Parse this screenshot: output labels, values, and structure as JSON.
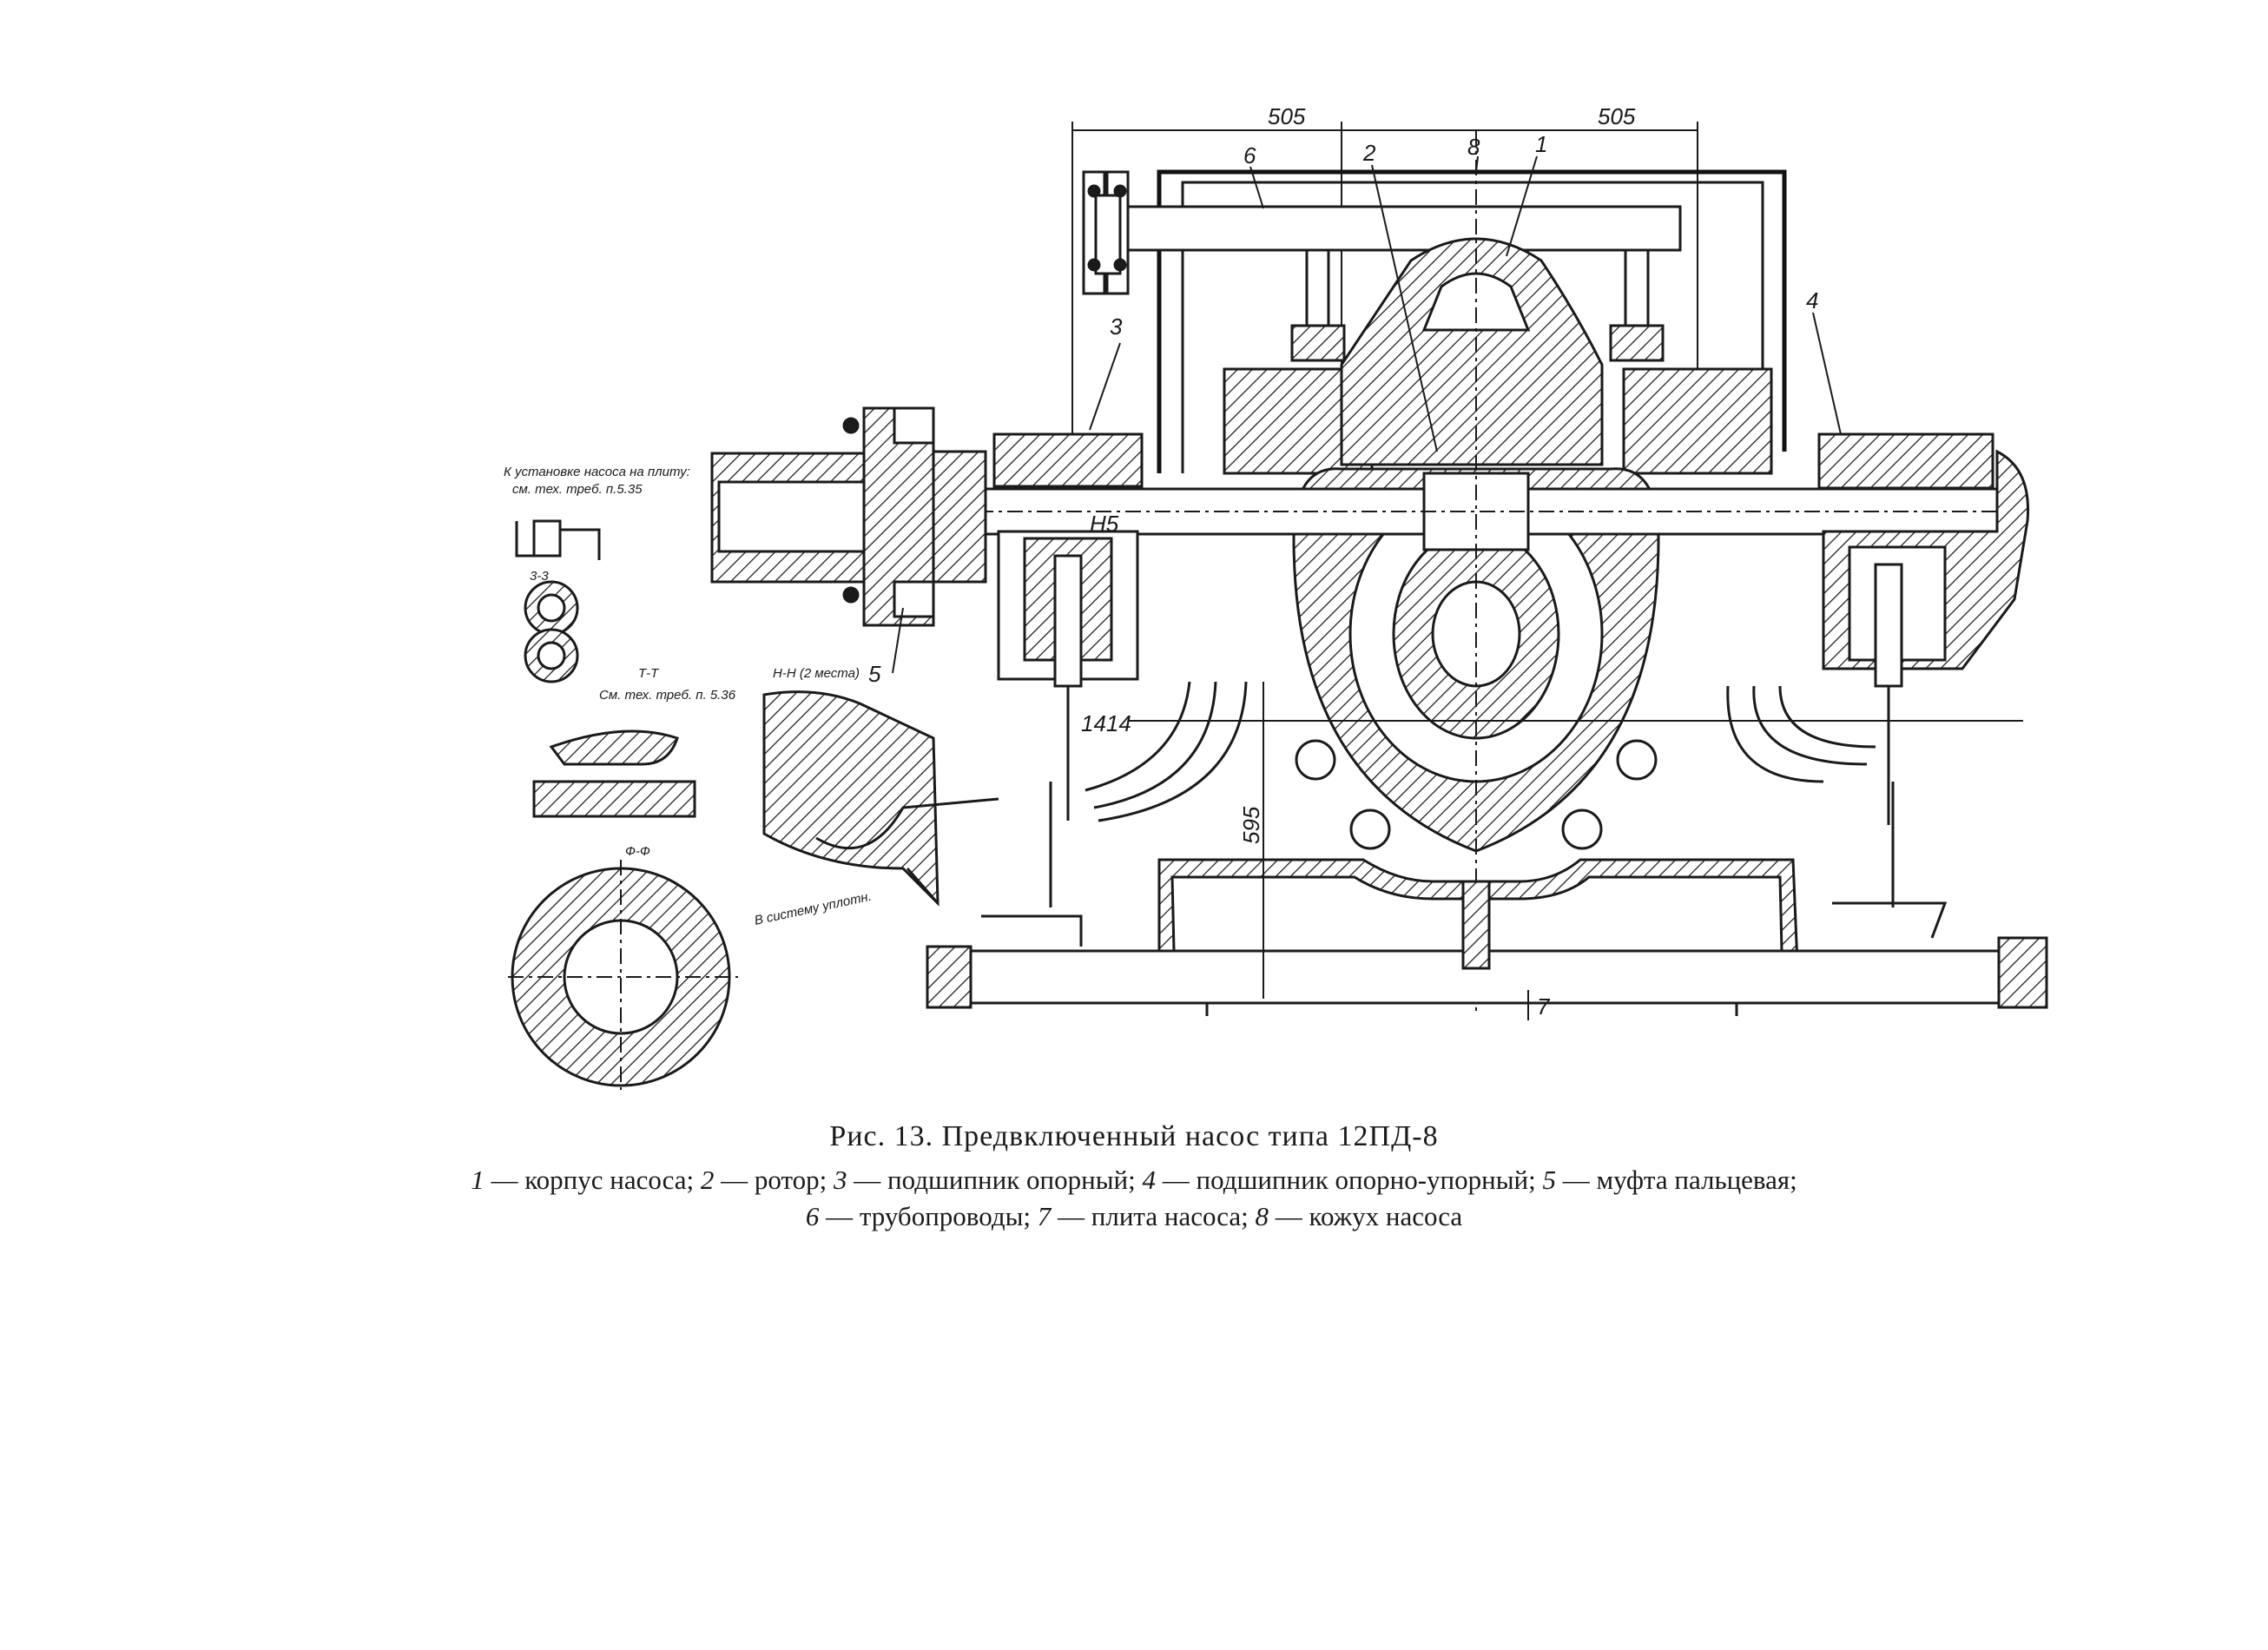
{
  "figure": {
    "title": "Рис. 13. Предвключенный насос типа 12ПД-8",
    "legend": [
      {
        "num": "1",
        "text": " — корпус насоса; "
      },
      {
        "num": "2",
        "text": " — ротор; "
      },
      {
        "num": "3",
        "text": " — подшипник опорный; "
      },
      {
        "num": "4",
        "text": " — подшипник опорно-упорный; "
      },
      {
        "num": "5",
        "text": " — муфта пальцевая;"
      },
      {
        "num": "6",
        "text": " — трубопроводы; "
      },
      {
        "num": "7",
        "text": " — плита насоса; "
      },
      {
        "num": "8",
        "text": " — кожух насоса"
      }
    ]
  },
  "drawing": {
    "callouts": {
      "c1": "1",
      "c2": "2",
      "c3": "3",
      "c4": "4",
      "c5": "5",
      "c6": "6",
      "c7": "7",
      "c8": "8"
    },
    "dimensions": {
      "d_left": "505",
      "d_right": "505",
      "d_height": "595",
      "d_shaft": "1414",
      "d_hs": "H5"
    },
    "notes": {
      "n1": "К установке насоса на плиту:",
      "n2": "см. тех. треб. п.5.35",
      "n3": "Т-Т",
      "n4": "См. тех. треб. п. 5.36",
      "n5": "Н-Н (2 места)",
      "n6": "Ф-Ф",
      "n7": "3-3",
      "n8": "В систему уплотн."
    }
  }
}
